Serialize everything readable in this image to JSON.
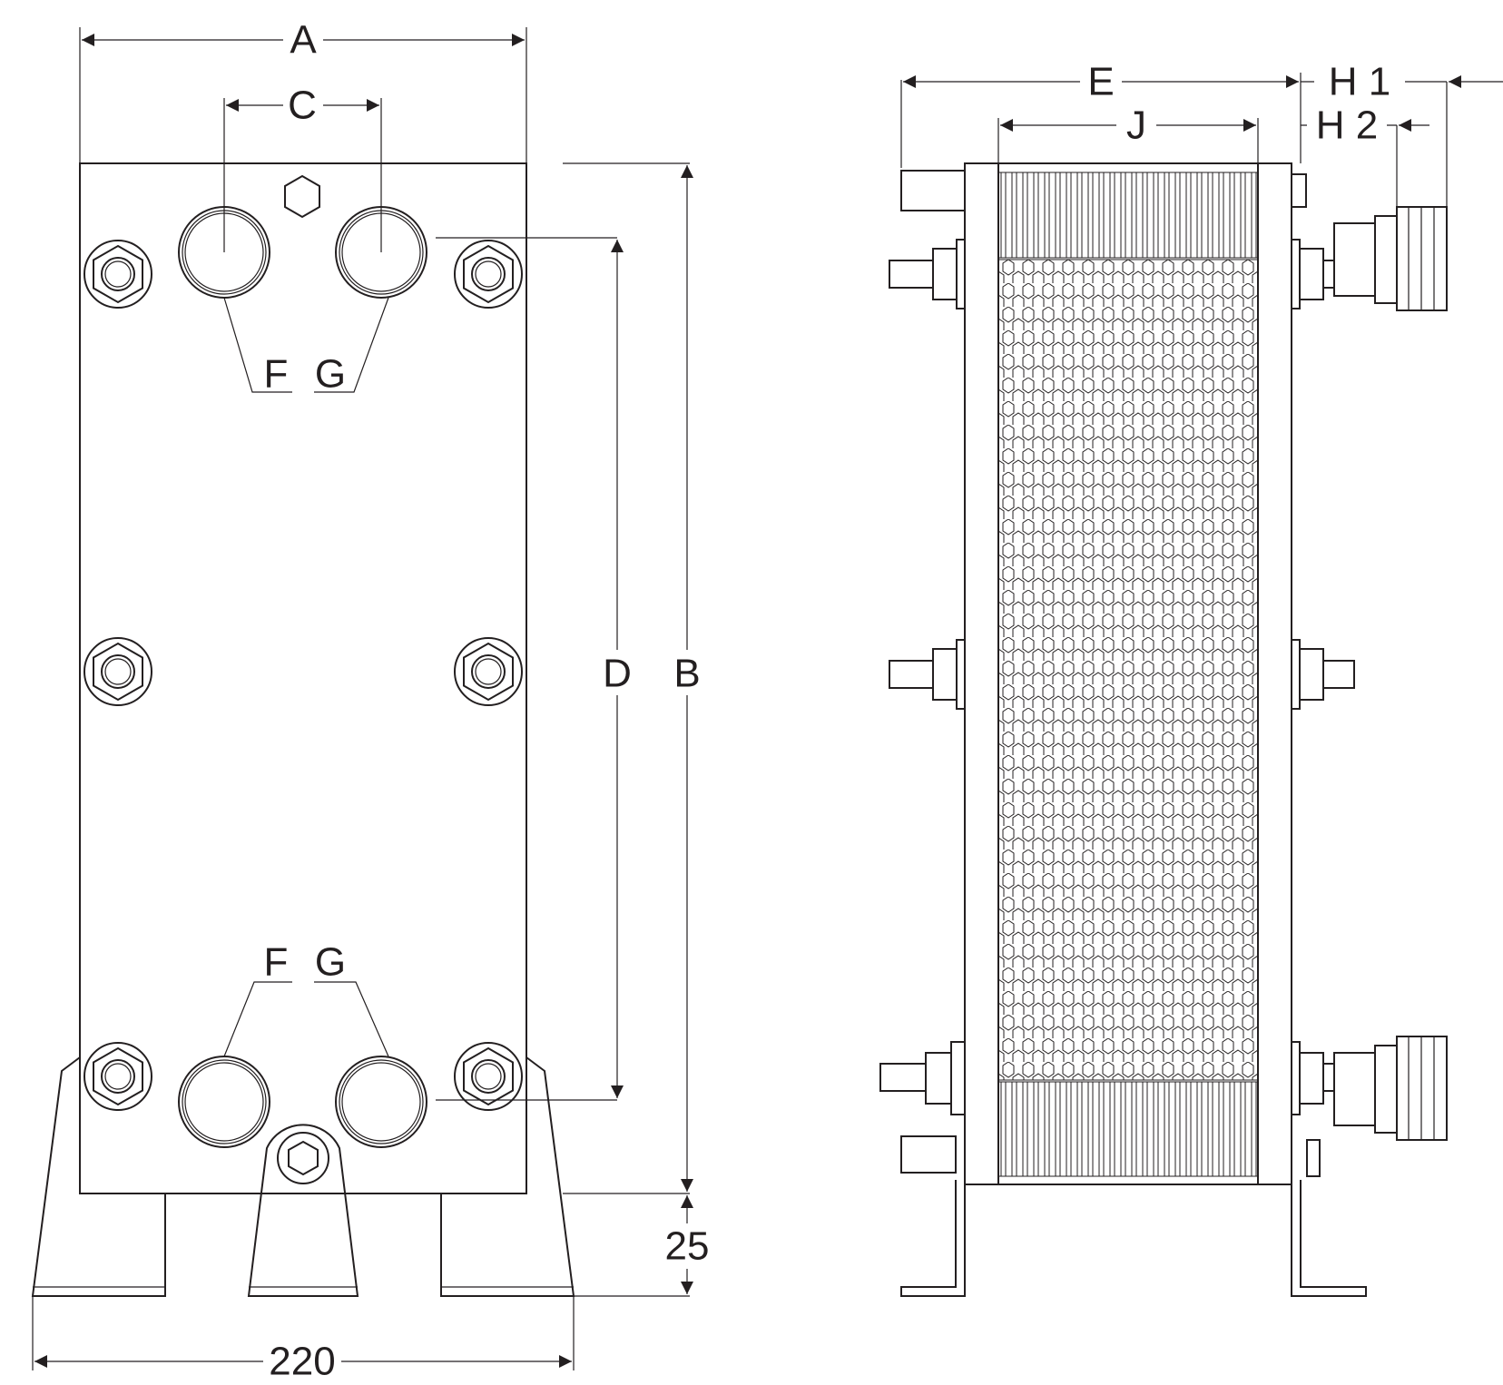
{
  "labels": {
    "a": "A",
    "b": "B",
    "c": "C",
    "d": "D",
    "e": "E",
    "f": "F",
    "g": "G",
    "h1": "H 1",
    "h2": "H 2",
    "j": "J",
    "dim_25": "25",
    "dim_220": "220"
  },
  "colors": {
    "line": "#231f20",
    "background": "#ffffff"
  }
}
